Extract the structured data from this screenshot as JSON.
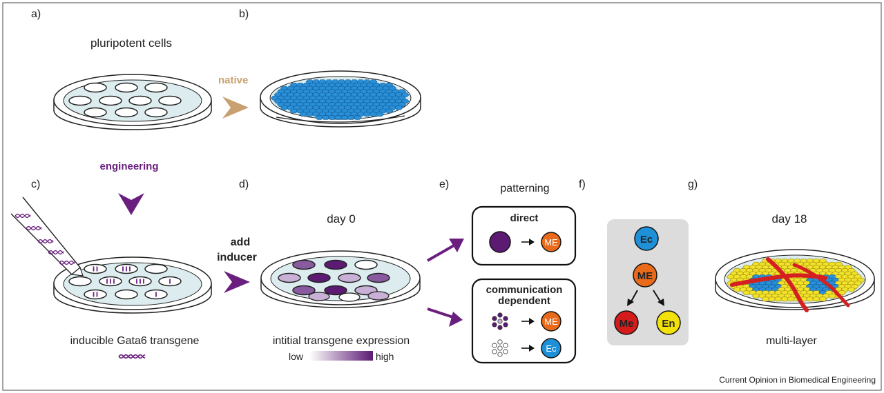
{
  "panels": {
    "a": "a)",
    "b": "b)",
    "c": "c)",
    "d": "d)",
    "e": "e)",
    "f": "f)",
    "g": "g)"
  },
  "labels": {
    "pluripotent_cells": "pluripotent cells",
    "native": "native",
    "engineering": "engineering",
    "inducible_transgene": "inducible Gata6 transgene",
    "add": "add",
    "inducer": "inducer",
    "day0": "day 0",
    "initial_expression": "intitial transgene expression",
    "low": "low",
    "high": "high",
    "patterning": "patterning",
    "direct": "direct",
    "communication": "communication",
    "dependent": "dependent",
    "day18": "day 18",
    "multi_layer": "multi-layer",
    "credit": "Current Opinion in Biomedical Engineering"
  },
  "cell_types": {
    "ME": "ME",
    "Ec": "Ec",
    "Me": "Me",
    "En": "En"
  },
  "colors": {
    "native": "#c9a070",
    "engineering": "#6a1f7f",
    "purple_dark": "#5c1a73",
    "purple_mid": "#8a5aa0",
    "purple_light": "#c8b0d6",
    "ME": "#e86a1a",
    "Ec": "#1e90d8",
    "Me": "#d41c1c",
    "En": "#f2e10a",
    "dish_fill": "#dcecef",
    "hex_blue": "#2a8fd6",
    "hex_yellow": "#f2e22a",
    "tissue_red": "#d42020"
  }
}
